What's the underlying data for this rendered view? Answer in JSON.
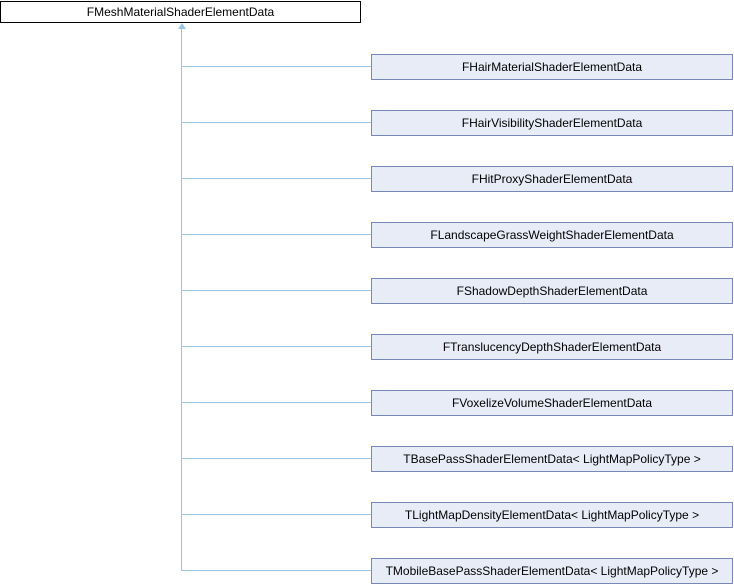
{
  "diagram": {
    "type": "class-inheritance-graph",
    "base_class": {
      "label": "FMeshMaterialShaderElementData"
    },
    "derived_classes": [
      {
        "label": "FHairMaterialShaderElementData"
      },
      {
        "label": "FHairVisibilityShaderElementData"
      },
      {
        "label": "FHitProxyShaderElementData"
      },
      {
        "label": "FLandscapeGrassWeightShaderElementData"
      },
      {
        "label": "FShadowDepthShaderElementData"
      },
      {
        "label": "FTranslucencyDepthShaderElementData"
      },
      {
        "label": "FVoxelizeVolumeShaderElementData"
      },
      {
        "label": "TBasePassShaderElementData< LightMapPolicyType >"
      },
      {
        "label": "TLightMapDensityElementData< LightMapPolicyType >"
      },
      {
        "label": "TMobileBasePassShaderElementData< LightMapPolicyType >"
      }
    ],
    "colors": {
      "edge_line": "#9cc4e4",
      "derived_node_fill": "#e8ecf7",
      "derived_node_border": "#7688b8",
      "base_node_fill": "#ffffff",
      "base_node_border": "#000000",
      "text": "#000000"
    }
  }
}
